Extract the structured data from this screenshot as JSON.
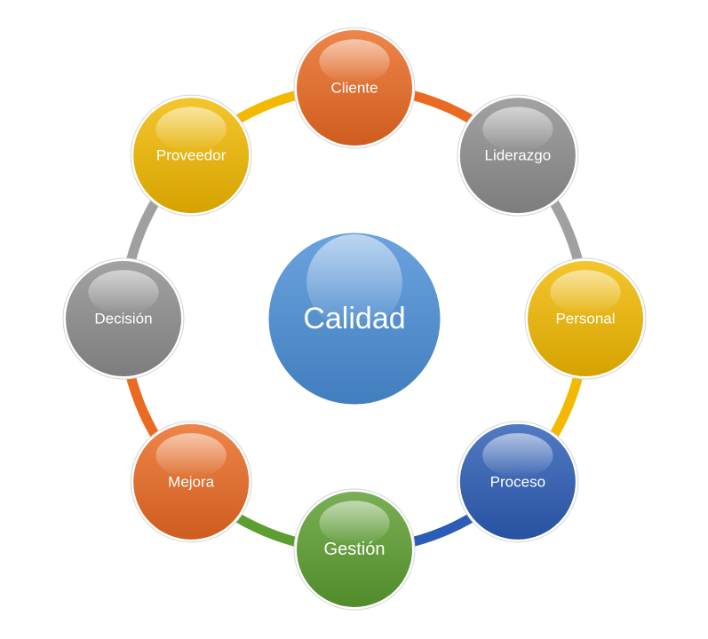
{
  "center": {
    "label": "Calidad",
    "color": "#4a8fd8"
  },
  "nodes": [
    {
      "label": "Cliente",
      "color": "#ea6a22"
    },
    {
      "label": "Liderazgo",
      "color": "#8e8e8e"
    },
    {
      "label": "Personal",
      "color": "#f2b900"
    },
    {
      "label": "Proceso",
      "color": "#2c5db6"
    },
    {
      "label": "Gestión",
      "color": "#5c9e30"
    },
    {
      "label": "Mejora",
      "color": "#ea6a22"
    },
    {
      "label": "Decisión",
      "color": "#8e8e8e"
    },
    {
      "label": "Proveedor",
      "color": "#f2b900"
    }
  ],
  "arcs": [
    {
      "from": "Cliente",
      "to": "Liderazgo",
      "color": "#ea6a22"
    },
    {
      "from": "Liderazgo",
      "to": "Personal",
      "color": "#a0a0a0"
    },
    {
      "from": "Personal",
      "to": "Proceso",
      "color": "#f2b900"
    },
    {
      "from": "Proceso",
      "to": "Gestión",
      "color": "#2c5db6"
    },
    {
      "from": "Gestión",
      "to": "Mejora",
      "color": "#5c9e30"
    },
    {
      "from": "Mejora",
      "to": "Decisión",
      "color": "#ea6a22"
    },
    {
      "from": "Decisión",
      "to": "Proveedor",
      "color": "#a0a0a0"
    },
    {
      "from": "Proveedor",
      "to": "Cliente",
      "color": "#f2b900"
    }
  ]
}
